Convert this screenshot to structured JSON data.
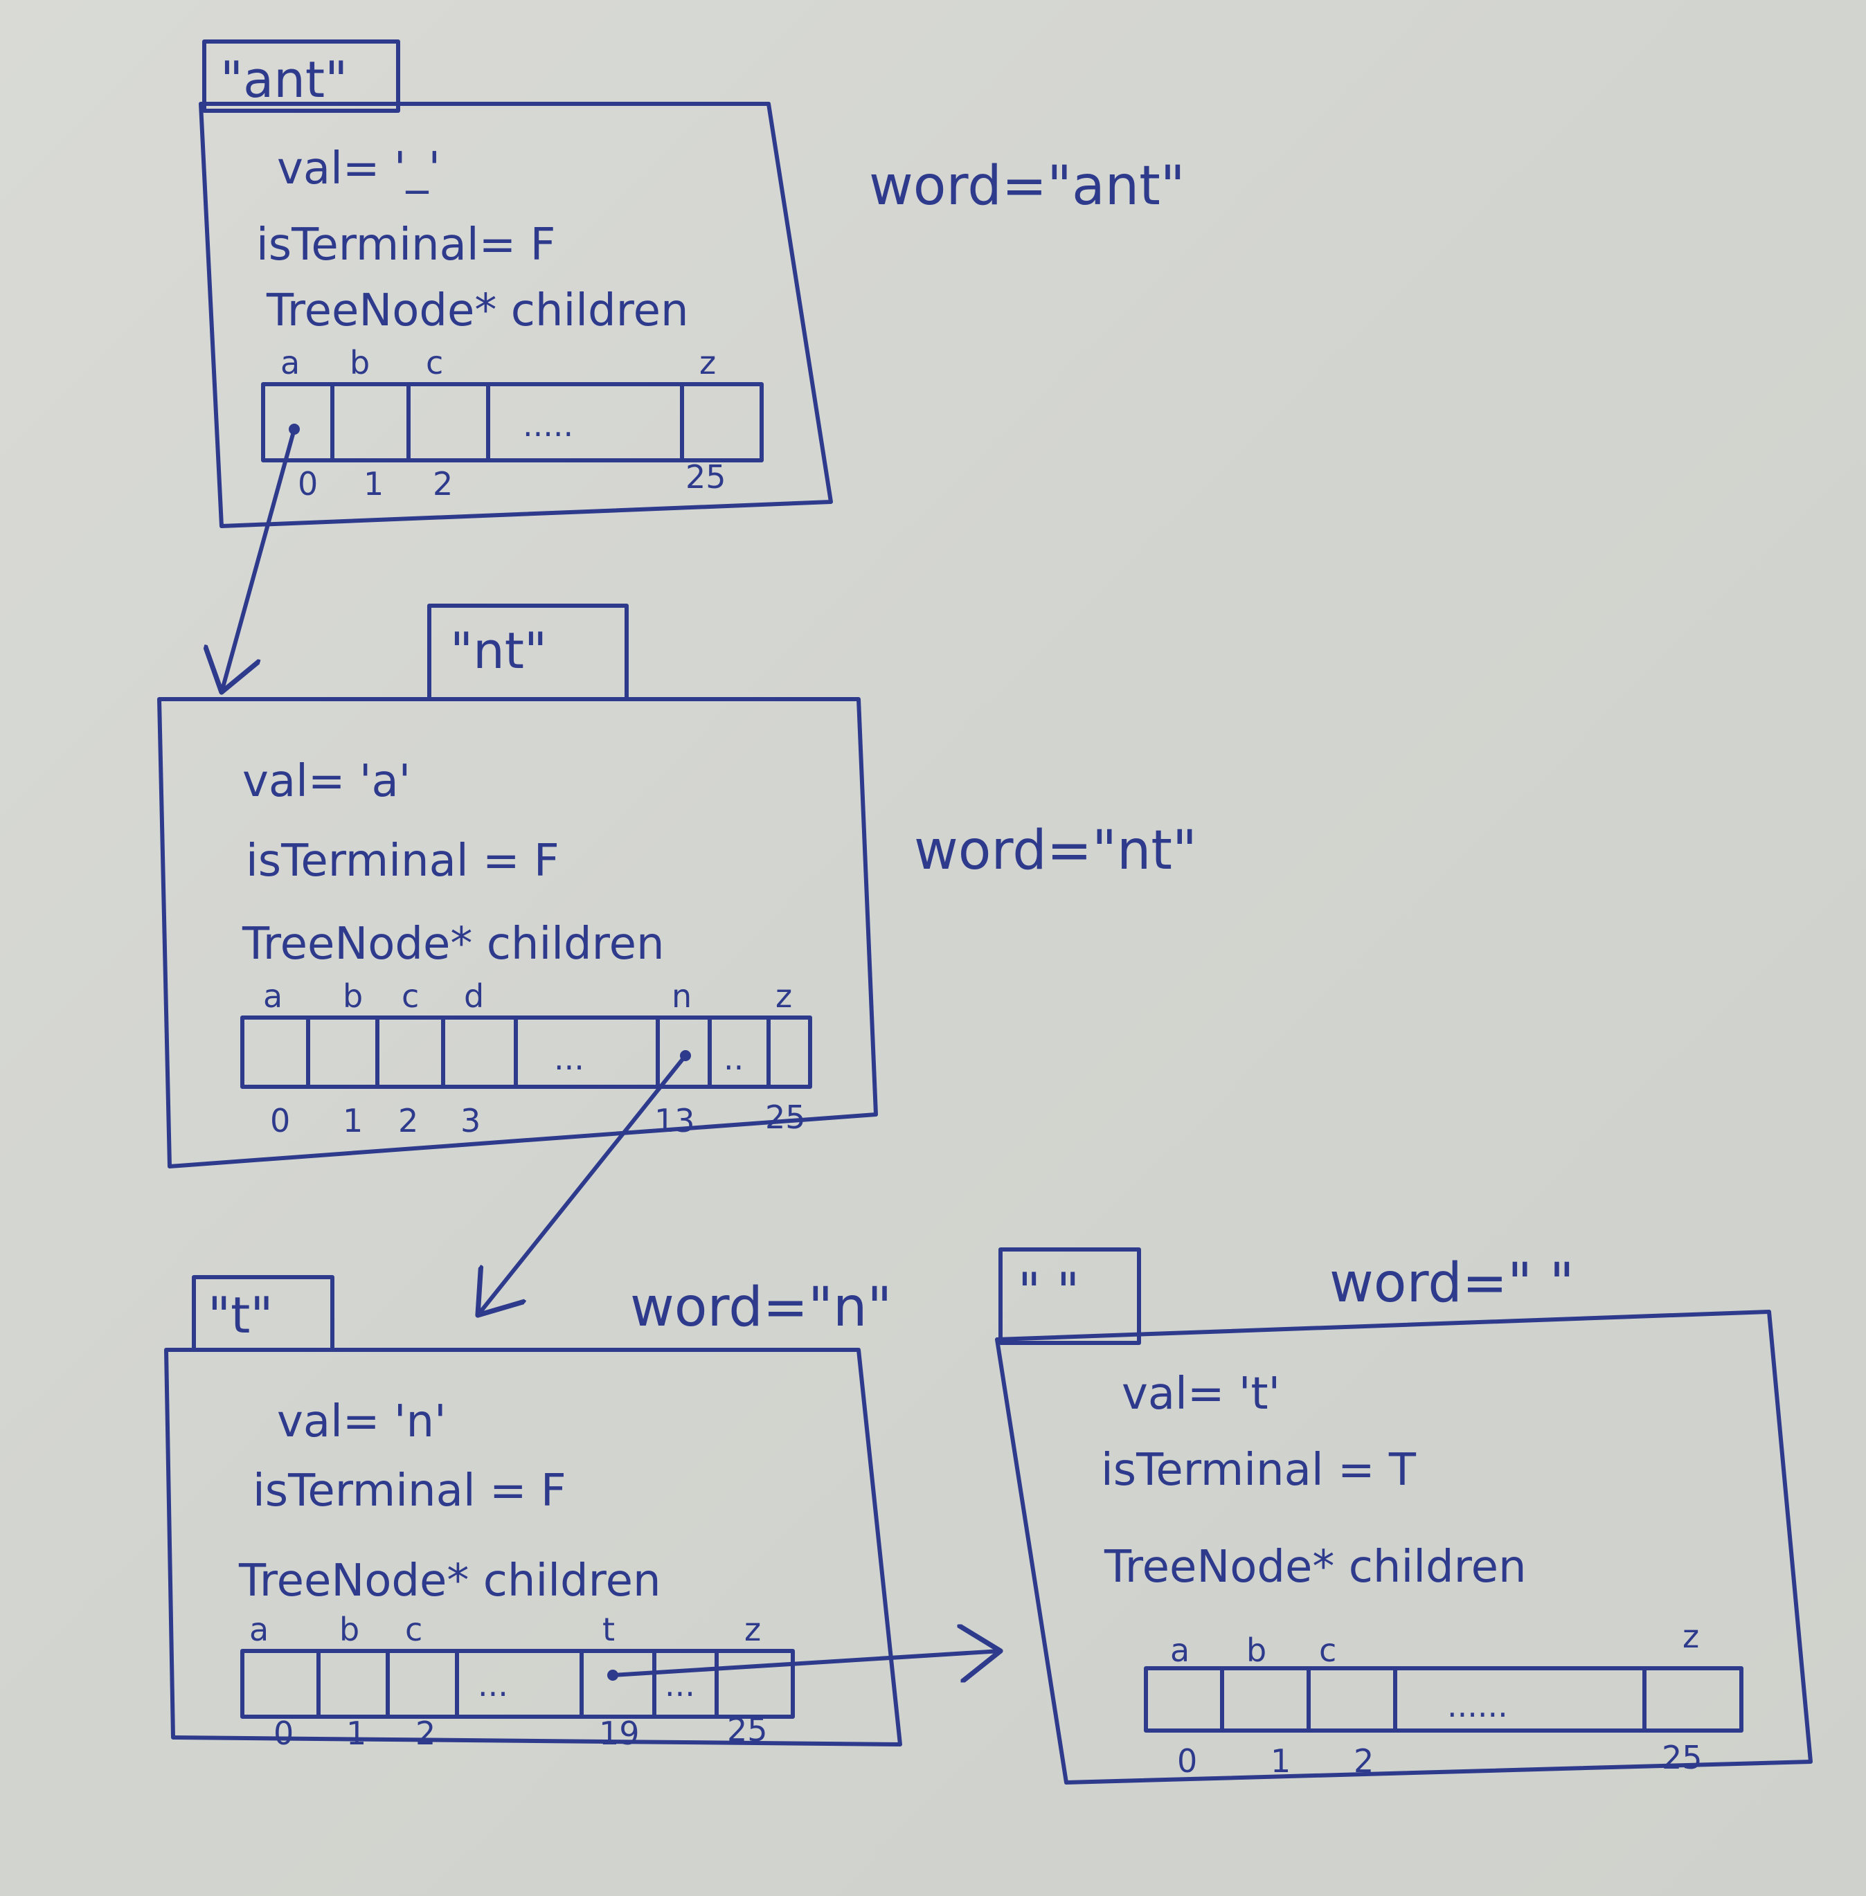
{
  "nodes": [
    {
      "id": "root",
      "tab_label": "\"ant\"",
      "val": "val= '_'",
      "is_terminal": "isTerminal= F",
      "children_label": "TreeNode* children",
      "letters": [
        "a",
        "b",
        "c",
        "z"
      ],
      "indices": [
        "0",
        "1",
        "2",
        "25"
      ],
      "ellipsis": ".....",
      "word_note": "word=\"ant\""
    },
    {
      "id": "node-a",
      "tab_label": "\"nt\"",
      "val": "val= 'a'",
      "is_terminal": "isTerminal = F",
      "children_label": "TreeNode* children",
      "letters": [
        "a",
        "b",
        "c",
        "d",
        "n",
        "z"
      ],
      "indices": [
        "0",
        "1",
        "2",
        "3",
        "13",
        "25"
      ],
      "ellipsis": "...",
      "ellipsis2": "..",
      "word_note": "word=\"nt\""
    },
    {
      "id": "node-n",
      "tab_label": "\"t\"",
      "val": "val= 'n'",
      "is_terminal": "isTerminal = F",
      "children_label": "TreeNode* children",
      "letters": [
        "a",
        "b",
        "c",
        "t",
        "z"
      ],
      "indices": [
        "0",
        "1",
        "2",
        "19",
        "25"
      ],
      "ellipsis": "...",
      "ellipsis2": "...",
      "word_note": "word=\"n\""
    },
    {
      "id": "node-t",
      "tab_label": "\" \"",
      "val": "val= 't'",
      "is_terminal": "isTerminal = T",
      "children_label": "TreeNode* children",
      "letters": [
        "a",
        "b",
        "c",
        "z"
      ],
      "indices": [
        "0",
        "1",
        "2",
        "25"
      ],
      "ellipsis": "......",
      "word_note": "word=\" \""
    }
  ],
  "colors": {
    "ink": "#2e3a8c",
    "paper": "#d6d7d3"
  }
}
